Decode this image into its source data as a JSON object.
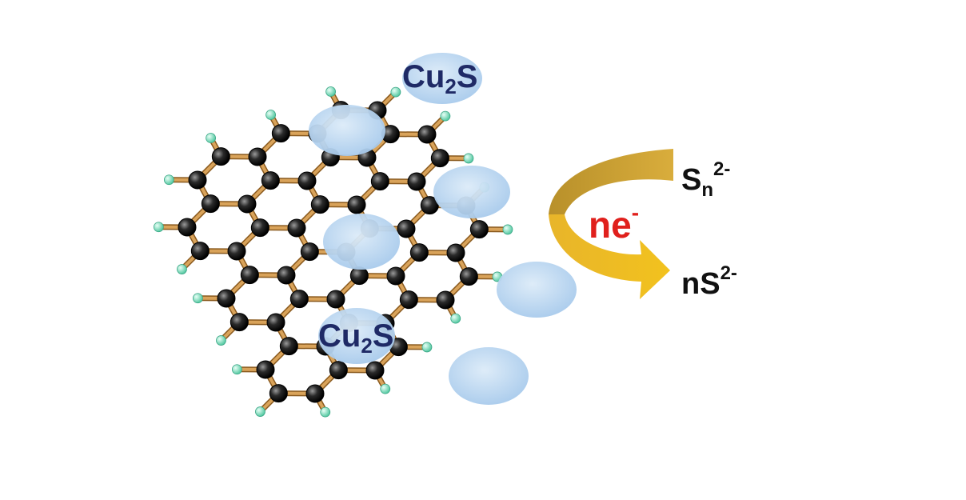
{
  "labels": {
    "cu2s_top": {
      "base": "Cu",
      "sub": "2",
      "tail": "S"
    },
    "cu2s_bottom": {
      "base": "Cu",
      "sub": "2",
      "tail": "S"
    },
    "sn": {
      "base": "S",
      "sub": "n",
      "sup": "2-"
    },
    "ns": {
      "base": "nS",
      "sup": "2-"
    },
    "electrons": {
      "base": "ne",
      "sup": "-"
    }
  },
  "colors": {
    "carbon": "#111111",
    "hydrogen": "#7fe0c0",
    "bond": "#d9a35a",
    "nanoparticle": "#b9d6f0",
    "arrow": "#e0b02a",
    "electron_text": "#e0201c",
    "cu2s_text": "#1f2a66"
  }
}
